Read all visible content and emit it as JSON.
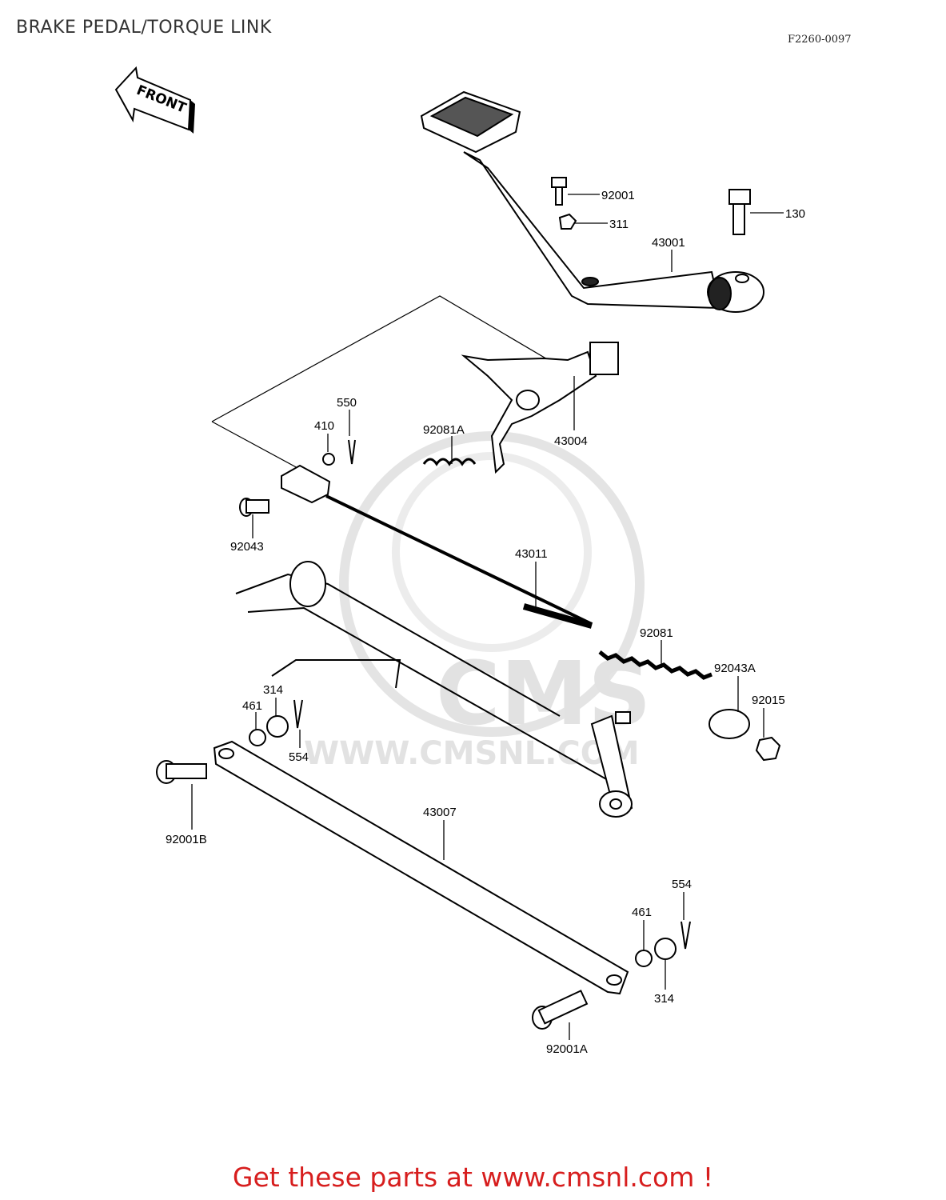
{
  "header": {
    "title": "BRAKE PEDAL/TORQUE LINK",
    "diagram_code": "F2260-0097"
  },
  "front_arrow": {
    "label": "FRONT",
    "icon": "front-arrow-icon"
  },
  "watermark": {
    "brand": "CMS",
    "url": "WWW.CMSNL.COM",
    "color": "#e2e2e2"
  },
  "parts": {
    "p92001": "92001",
    "p311": "311",
    "p130": "130",
    "p43001": "43001",
    "p550": "550",
    "p410": "410",
    "p92081A": "92081A",
    "p43004": "43004",
    "p92043": "92043",
    "p43011": "43011",
    "p92081": "92081",
    "p92043A": "92043A",
    "p92015": "92015",
    "p314_left": "314",
    "p461_left": "461",
    "p554_left": "554",
    "p92001B": "92001B",
    "p43007": "43007",
    "p554_right": "554",
    "p461_right": "461",
    "p314_right": "314",
    "p92001A": "92001A"
  },
  "footer": {
    "text": "Get these parts at www.cmsnl.com !",
    "color": "#d71e1e"
  }
}
